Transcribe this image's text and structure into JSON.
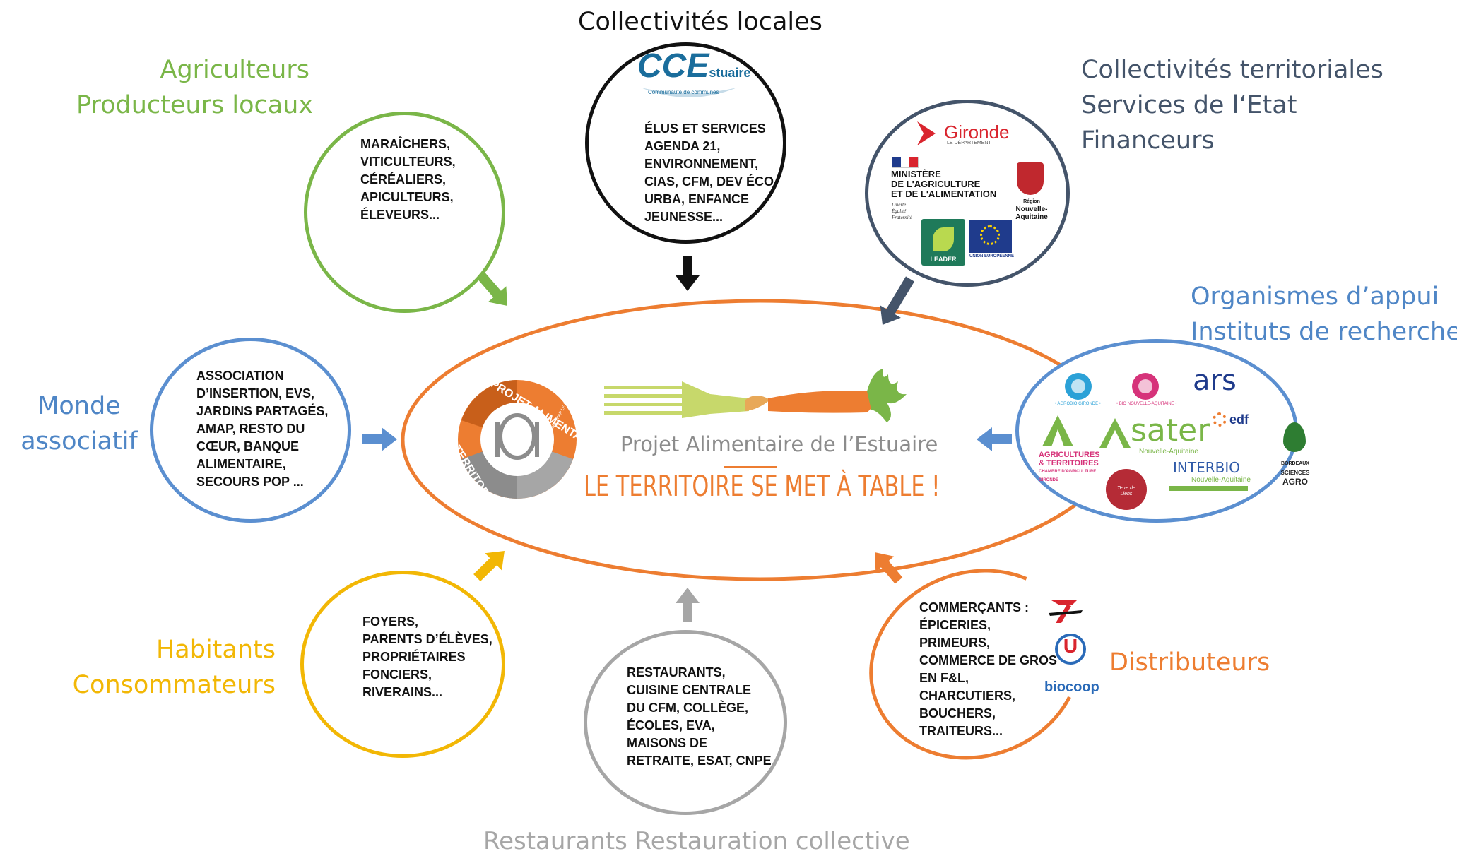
{
  "center": {
    "badge_top": "PROJET ALIMENTAIRE",
    "badge_bottom": "TERRITORIAL",
    "badge_note": "RECONNU PAR LE MINISTÈRE DE L'AGRICULTURE",
    "subtitle": "Projet Alimentaire de l’Estuaire",
    "slogan": "LE TERRITOIRE SE MET À TABLE !"
  },
  "groups": {
    "collectivites_locales": {
      "title": "Collectivités locales",
      "logo_main": "CCE",
      "logo_suffix": "stuaire",
      "logo_caption": "Communauté de communes",
      "lines": [
        "ÉLUS ET SERVICES",
        "AGENDA 21,",
        "ENVIRONNEMENT,",
        "CIAS, CFM, DEV ÉCO,",
        "URBA, ENFANCE",
        "JEUNESSE..."
      ]
    },
    "agriculteurs": {
      "title_lines": [
        "Agriculteurs",
        "Producteurs locaux"
      ],
      "lines": [
        "MARAÎCHERS,",
        "VITICULTEURS,",
        "CÉRÉALIERS,",
        "APICULTEURS,",
        "ÉLEVEURS..."
      ]
    },
    "territoriales": {
      "title_lines": [
        "Collectivités territoriales",
        "Services de l‘Etat",
        "Financeurs"
      ],
      "logo_gironde": "Gironde",
      "logo_gironde_sub": "LE DÉPARTEMENT",
      "logo_ministere": [
        "MINISTÈRE",
        "DE L'AGRICULTURE",
        "ET DE L'ALIMENTATION"
      ],
      "logo_ministere_motto": [
        "Liberté",
        "Égalité",
        "Fraternité"
      ],
      "logo_region": [
        "Région",
        "Nouvelle-",
        "Aquitaine"
      ],
      "logo_leader": "LEADER",
      "logo_ue": "UNION EUROPÉENNE"
    },
    "organismes": {
      "title_lines": [
        "Organismes d’appui",
        "Instituts de recherche"
      ],
      "logo_agrobio": "• AGROBIO GIRONDE •",
      "logo_bio_na": "• BIO NOUVELLE-AQUITAINE •",
      "logo_ars": "ars",
      "logo_chambre": [
        "AGRICULTURES",
        "& TERRITOIRES",
        "CHAMBRE D'AGRICULTURE",
        "GIRONDE"
      ],
      "logo_sater": "sater",
      "logo_sater_sub": "Nouvelle-Aquitaine",
      "logo_edf": "edf",
      "logo_interbio": "INTERBIO",
      "logo_interbio_sub": "Nouvelle-Aquitaine",
      "logo_bsa": [
        "BORDEAUX",
        "SCIENCES",
        "AGRO"
      ],
      "logo_terre": "Terre de Liens"
    },
    "monde_associatif": {
      "title_lines": [
        "Monde",
        "associatif"
      ],
      "lines": [
        "ASSOCIATION",
        "D’INSERTION, EVS,",
        "JARDINS PARTAGÉS,",
        "AMAP,  RESTO DU",
        "CŒUR, BANQUE",
        "ALIMENTAIRE,",
        "SECOURS POP ..."
      ]
    },
    "habitants": {
      "title_lines": [
        "Habitants",
        "Consommateurs"
      ],
      "lines": [
        "FOYERS,",
        "PARENTS D’ÉLÈVES,",
        "PROPRIÉTAIRES",
        "FONCIERS,",
        "RIVERAINS..."
      ]
    },
    "restaurants": {
      "title": "Restaurants Restauration collective",
      "lines": [
        "RESTAURANTS,",
        "CUISINE CENTRALE",
        "DU CFM, COLLÈGE,",
        "ÉCOLES, EVA,",
        "MAISONS DE",
        "RETRAITE, ESAT, CNPE"
      ]
    },
    "distributeurs": {
      "title": "Distributeurs",
      "lines": [
        "COMMERÇANTS :",
        "ÉPICERIES,",
        "PRIMEURS,",
        "COMMERCE DE GROS",
        "EN F&L,",
        "CHARCUTIERS,",
        "BOUCHERS,",
        "TRAITEURS..."
      ],
      "logo_u": "U",
      "logo_biocoop": "biocoop"
    }
  },
  "colors": {
    "green": "#7ab648",
    "black": "#111111",
    "navy": "#44546a",
    "blue_title": "#4f86c6",
    "blue_ring": "#5b8fd0",
    "yellow": "#f2b705",
    "gray": "#a6a6a6",
    "orange": "#ed7d31"
  }
}
